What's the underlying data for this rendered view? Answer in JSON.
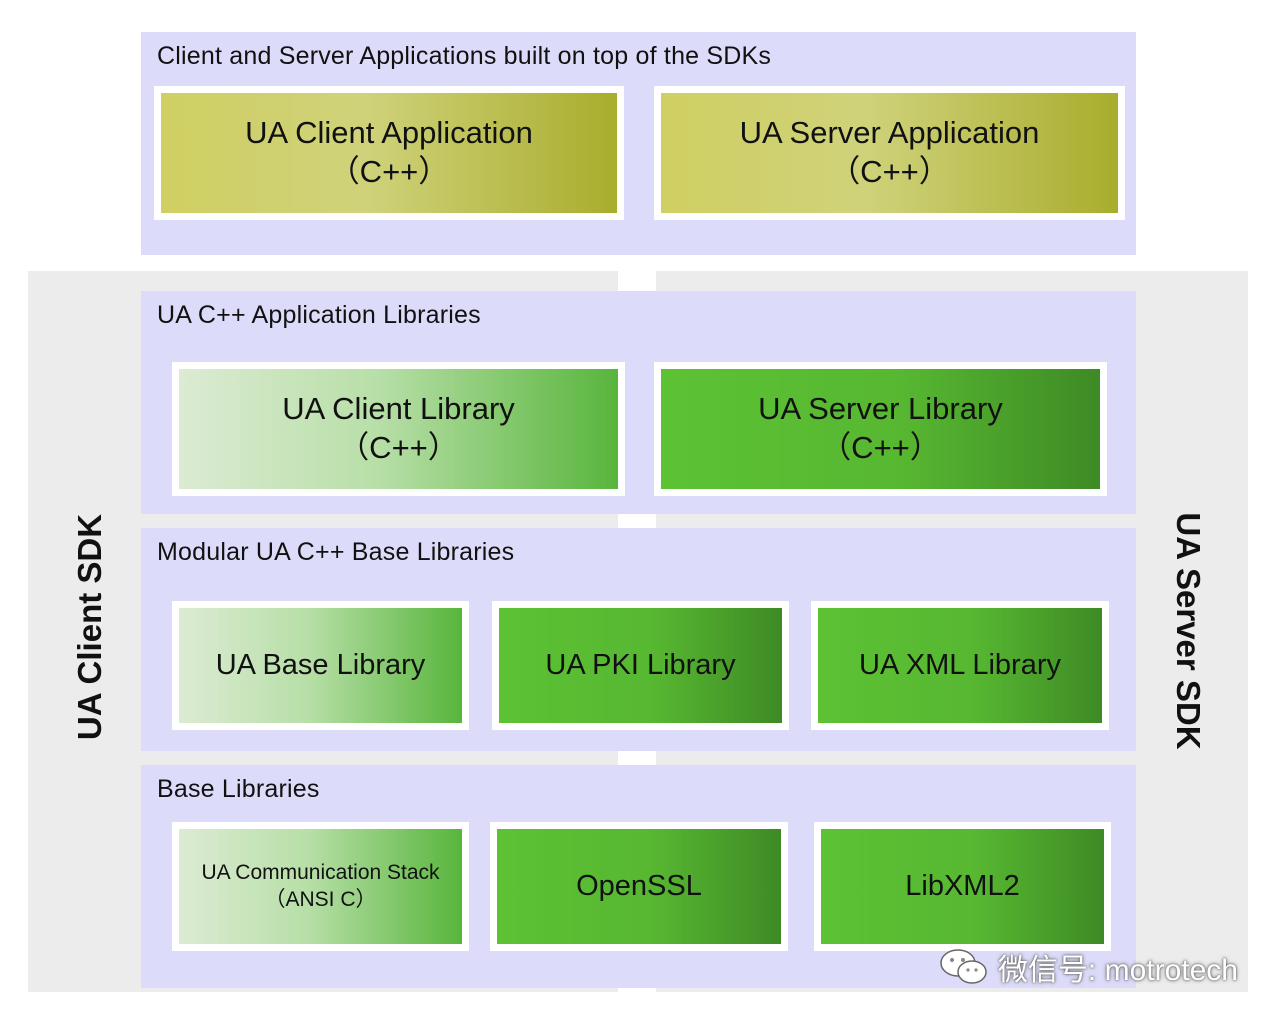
{
  "sdk_labels": {
    "client": "UA Client SDK",
    "server": "UA Server SDK"
  },
  "layers": {
    "applications": {
      "title": "Client and Server Applications built on top of the SDKs",
      "client_app": {
        "line1": "UA Client Application",
        "line2": "（C++）"
      },
      "server_app": {
        "line1": "UA Server Application",
        "line2": "（C++）"
      }
    },
    "app_libraries": {
      "title": "UA C++ Application Libraries",
      "client_lib": {
        "line1": "UA Client Library",
        "line2": "（C++）"
      },
      "server_lib": {
        "line1": "UA Server Library",
        "line2": "（C++）"
      }
    },
    "modular_base": {
      "title": "Modular UA C++ Base Libraries",
      "base": "UA Base Library",
      "pki": "UA PKI Library",
      "xml": "UA XML Library"
    },
    "base": {
      "title": "Base Libraries",
      "comm_stack": {
        "line1": "UA Communication Stack",
        "line2": "（ANSI C）"
      },
      "openssl": "OpenSSL",
      "libxml2": "LibXML2"
    }
  },
  "watermark": {
    "text": "微信号: motrotech",
    "icon": "wechat-icon"
  },
  "colors": {
    "band": "#dcdcfa",
    "sdk_panel": "#ececec",
    "olive": "#c3c54a",
    "light_green": "#b8dfa8",
    "green": "#57b731"
  }
}
